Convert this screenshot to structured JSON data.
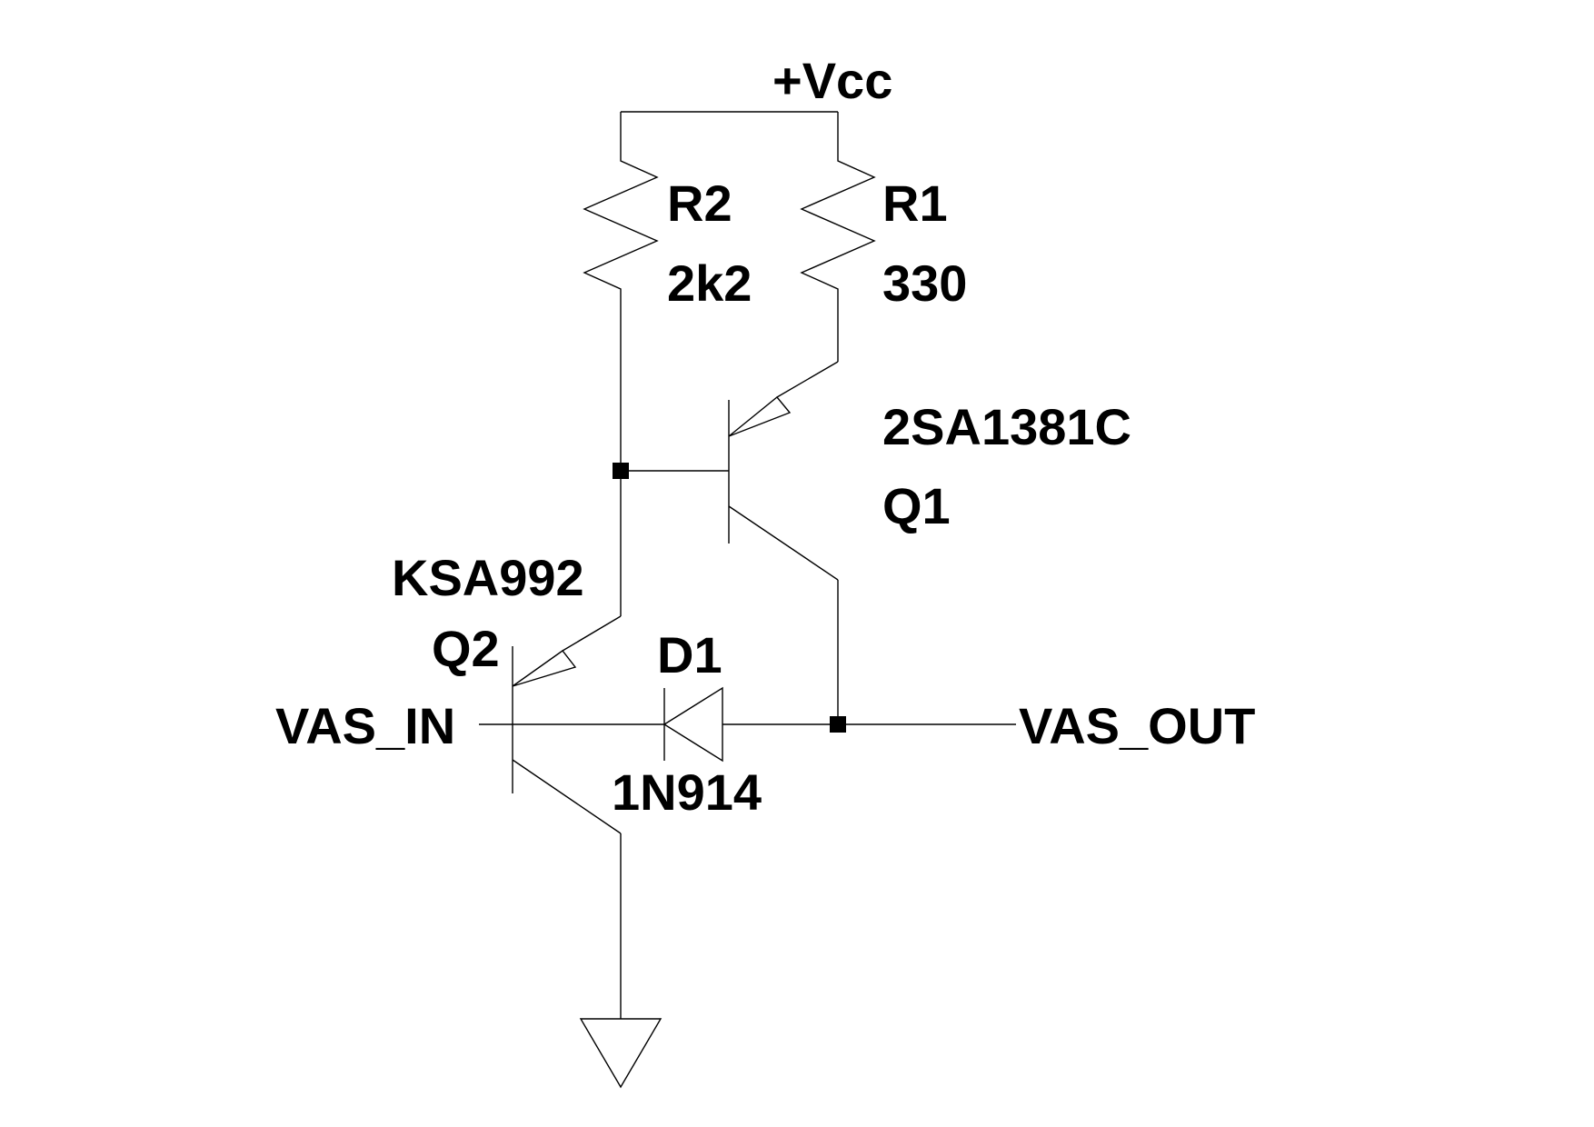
{
  "labels": {
    "vcc": "+Vcc",
    "r2_name": "R2",
    "r2_value": "2k2",
    "r1_name": "R1",
    "r1_value": "330",
    "q1_part": "2SA1381C",
    "q1_name": "Q1",
    "q2_part": "KSA992",
    "q2_name": "Q2",
    "d1_name": "D1",
    "d1_part": "1N914",
    "vas_in": "VAS_IN",
    "vas_out": "VAS_OUT"
  },
  "colors": {
    "line": "#000000",
    "background": "#ffffff"
  }
}
